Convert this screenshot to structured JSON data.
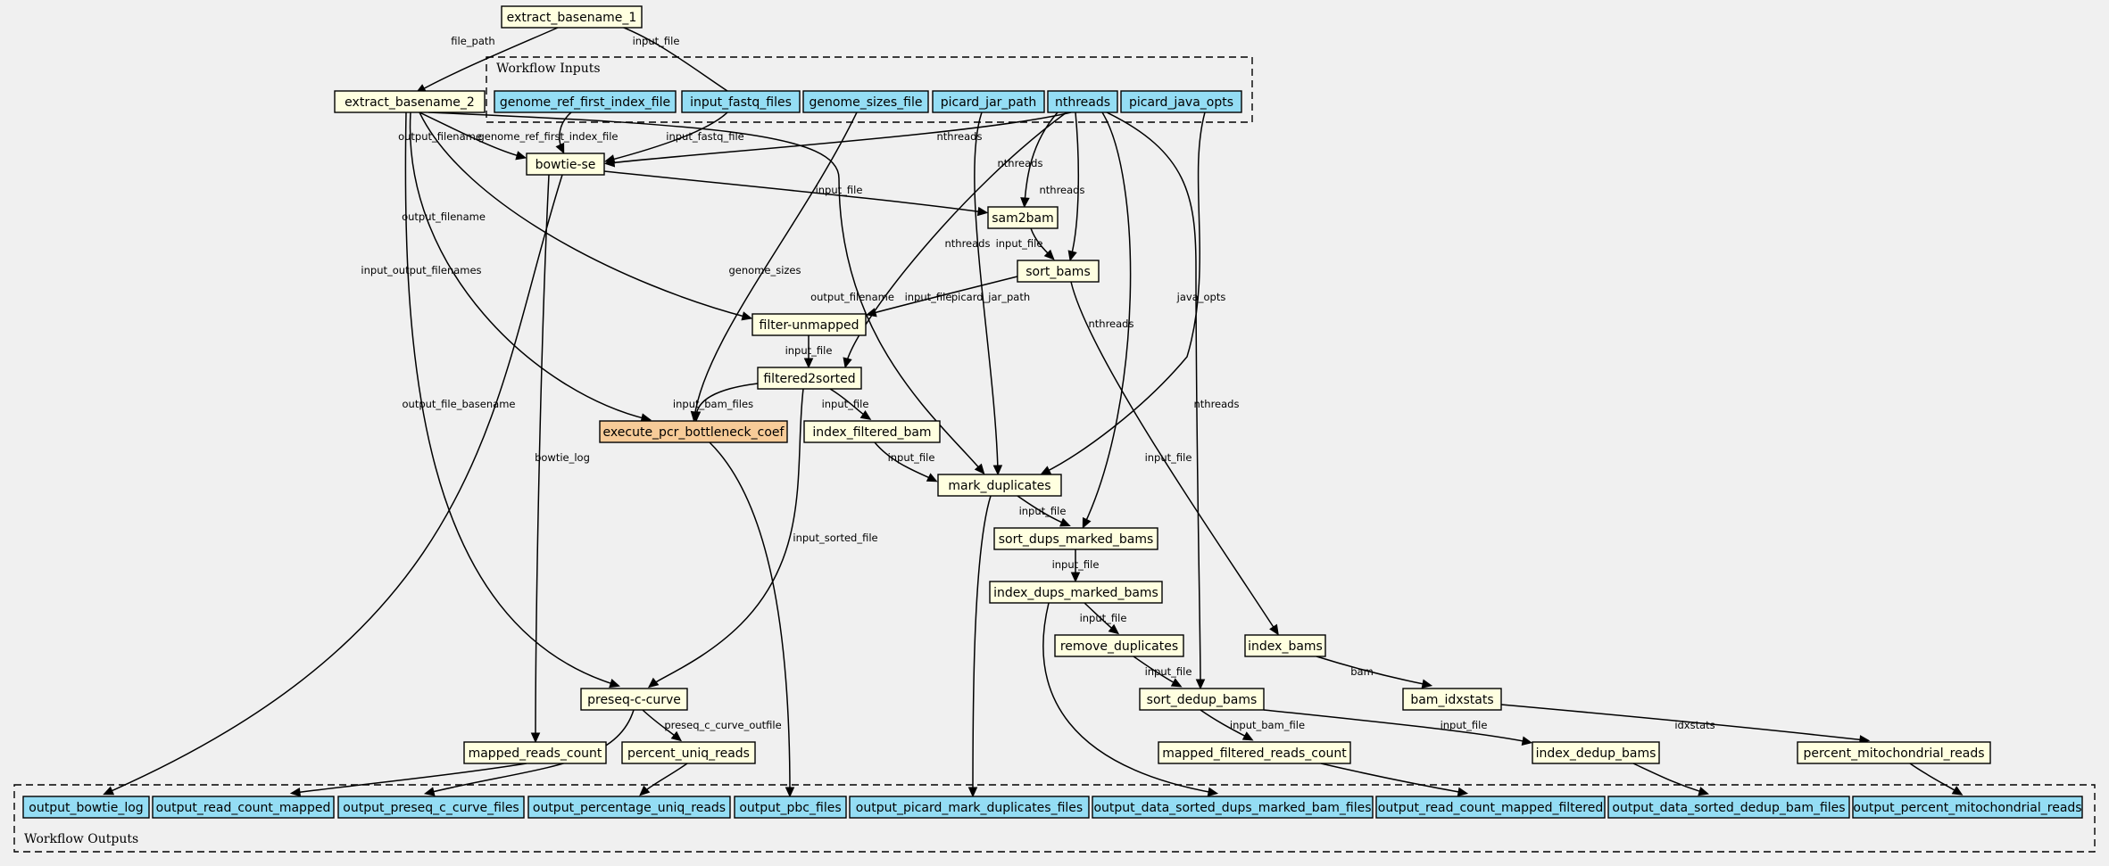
{
  "clusters": {
    "inputs": "Workflow Inputs",
    "outputs": "Workflow Outputs"
  },
  "nodes": [
    {
      "id": "extract_basename_1",
      "label": "extract_basename_1",
      "kind": "step"
    },
    {
      "id": "extract_basename_2",
      "label": "extract_basename_2",
      "kind": "step"
    },
    {
      "id": "genome_ref_first_index_file",
      "label": "genome_ref_first_index_file",
      "kind": "io"
    },
    {
      "id": "input_fastq_files",
      "label": "input_fastq_files",
      "kind": "io"
    },
    {
      "id": "genome_sizes_file",
      "label": "genome_sizes_file",
      "kind": "io"
    },
    {
      "id": "picard_jar_path",
      "label": "picard_jar_path",
      "kind": "io"
    },
    {
      "id": "nthreads",
      "label": "nthreads",
      "kind": "io"
    },
    {
      "id": "picard_java_opts",
      "label": "picard_java_opts",
      "kind": "io"
    },
    {
      "id": "bowtie_se",
      "label": "bowtie-se",
      "kind": "step"
    },
    {
      "id": "sam2bam",
      "label": "sam2bam",
      "kind": "step"
    },
    {
      "id": "sort_bams",
      "label": "sort_bams",
      "kind": "step"
    },
    {
      "id": "filter_unmapped",
      "label": "filter-unmapped",
      "kind": "step"
    },
    {
      "id": "filtered2sorted",
      "label": "filtered2sorted",
      "kind": "step"
    },
    {
      "id": "execute_pcr_bottleneck_coef",
      "label": "execute_pcr_bottleneck_coef",
      "kind": "special"
    },
    {
      "id": "index_filtered_bam",
      "label": "index_filtered_bam",
      "kind": "step"
    },
    {
      "id": "mark_duplicates",
      "label": "mark_duplicates",
      "kind": "step"
    },
    {
      "id": "sort_dups_marked_bams",
      "label": "sort_dups_marked_bams",
      "kind": "step"
    },
    {
      "id": "index_dups_marked_bams",
      "label": "index_dups_marked_bams",
      "kind": "step"
    },
    {
      "id": "remove_duplicates",
      "label": "remove_duplicates",
      "kind": "step"
    },
    {
      "id": "index_bams",
      "label": "index_bams",
      "kind": "step"
    },
    {
      "id": "sort_dedup_bams",
      "label": "sort_dedup_bams",
      "kind": "step"
    },
    {
      "id": "bam_idxstats",
      "label": "bam_idxstats",
      "kind": "step"
    },
    {
      "id": "preseq_c_curve",
      "label": "preseq-c-curve",
      "kind": "step"
    },
    {
      "id": "mapped_reads_count",
      "label": "mapped_reads_count",
      "kind": "step"
    },
    {
      "id": "percent_uniq_reads",
      "label": "percent_uniq_reads",
      "kind": "step"
    },
    {
      "id": "mapped_filtered_reads_count",
      "label": "mapped_filtered_reads_count",
      "kind": "step"
    },
    {
      "id": "index_dedup_bams",
      "label": "index_dedup_bams",
      "kind": "step"
    },
    {
      "id": "percent_mitochondrial_reads",
      "label": "percent_mitochondrial_reads",
      "kind": "step"
    },
    {
      "id": "output_bowtie_log",
      "label": "output_bowtie_log",
      "kind": "io"
    },
    {
      "id": "output_read_count_mapped",
      "label": "output_read_count_mapped",
      "kind": "io"
    },
    {
      "id": "output_preseq_c_curve_files",
      "label": "output_preseq_c_curve_files",
      "kind": "io"
    },
    {
      "id": "output_percentage_uniq_reads",
      "label": "output_percentage_uniq_reads",
      "kind": "io"
    },
    {
      "id": "output_pbc_files",
      "label": "output_pbc_files",
      "kind": "io"
    },
    {
      "id": "output_picard_mark_duplicates_files",
      "label": "output_picard_mark_duplicates_files",
      "kind": "io"
    },
    {
      "id": "output_data_sorted_dups_marked_bam_files",
      "label": "output_data_sorted_dups_marked_bam_files",
      "kind": "io"
    },
    {
      "id": "output_read_count_mapped_filtered",
      "label": "output_read_count_mapped_filtered",
      "kind": "io"
    },
    {
      "id": "output_data_sorted_dedup_bam_files",
      "label": "output_data_sorted_dedup_bam_files",
      "kind": "io"
    },
    {
      "id": "output_percent_mitochondrial_reads",
      "label": "output_percent_mitochondrial_reads",
      "kind": "io"
    }
  ],
  "edges": [
    {
      "from": "input_fastq_files",
      "to": "extract_basename_1",
      "label": "input_file"
    },
    {
      "from": "extract_basename_1",
      "to": "extract_basename_2",
      "label": "file_path"
    },
    {
      "from": "extract_basename_2",
      "to": "bowtie_se",
      "label": "output_filename"
    },
    {
      "from": "genome_ref_first_index_file",
      "to": "bowtie_se",
      "label": "genome_ref_first_index_file"
    },
    {
      "from": "input_fastq_files",
      "to": "bowtie_se",
      "label": "input_fastq_file"
    },
    {
      "from": "nthreads",
      "to": "bowtie_se",
      "label": "nthreads"
    },
    {
      "from": "bowtie_se",
      "to": "sam2bam",
      "label": "input_file"
    },
    {
      "from": "nthreads",
      "to": "sam2bam",
      "label": "nthreads"
    },
    {
      "from": "sam2bam",
      "to": "sort_bams",
      "label": "input_file"
    },
    {
      "from": "nthreads",
      "to": "sort_bams",
      "label": "nthreads"
    },
    {
      "from": "extract_basename_2",
      "to": "filter_unmapped",
      "label": "output_filename"
    },
    {
      "from": "sort_bams",
      "to": "filter_unmapped",
      "label": "input_file"
    },
    {
      "from": "filter_unmapped",
      "to": "filtered2sorted",
      "label": "input_file"
    },
    {
      "from": "nthreads",
      "to": "filtered2sorted",
      "label": "nthreads"
    },
    {
      "from": "extract_basename_2",
      "to": "execute_pcr_bottleneck_coef",
      "label": "input_output_filenames"
    },
    {
      "from": "genome_sizes_file",
      "to": "execute_pcr_bottleneck_coef",
      "label": "genome_sizes"
    },
    {
      "from": "filtered2sorted",
      "to": "execute_pcr_bottleneck_coef",
      "label": "input_bam_files"
    },
    {
      "from": "filtered2sorted",
      "to": "index_filtered_bam",
      "label": "input_file"
    },
    {
      "from": "extract_basename_2",
      "to": "mark_duplicates",
      "label": "output_filename"
    },
    {
      "from": "picard_jar_path",
      "to": "mark_duplicates",
      "label": "picard_jar_path"
    },
    {
      "from": "picard_java_opts",
      "to": "mark_duplicates",
      "label": "java_opts"
    },
    {
      "from": "index_filtered_bam",
      "to": "mark_duplicates",
      "label": "input_file"
    },
    {
      "from": "mark_duplicates",
      "to": "sort_dups_marked_bams",
      "label": "input_file"
    },
    {
      "from": "nthreads",
      "to": "sort_dups_marked_bams",
      "label": "nthreads"
    },
    {
      "from": "sort_dups_marked_bams",
      "to": "index_dups_marked_bams",
      "label": "input_file"
    },
    {
      "from": "index_dups_marked_bams",
      "to": "remove_duplicates",
      "label": "input_file"
    },
    {
      "from": "sort_bams",
      "to": "index_bams",
      "label": "input_file"
    },
    {
      "from": "remove_duplicates",
      "to": "sort_dedup_bams",
      "label": "input_file"
    },
    {
      "from": "nthreads",
      "to": "sort_dedup_bams",
      "label": "nthreads"
    },
    {
      "from": "index_bams",
      "to": "bam_idxstats",
      "label": "bam"
    },
    {
      "from": "extract_basename_2",
      "to": "preseq_c_curve",
      "label": "output_file_basename"
    },
    {
      "from": "filtered2sorted",
      "to": "preseq_c_curve",
      "label": "input_sorted_file"
    },
    {
      "from": "bowtie_se",
      "to": "mapped_reads_count",
      "label": "bowtie_log"
    },
    {
      "from": "preseq_c_curve",
      "to": "percent_uniq_reads",
      "label": "preseq_c_curve_outfile"
    },
    {
      "from": "sort_dedup_bams",
      "to": "mapped_filtered_reads_count",
      "label": "input_bam_file"
    },
    {
      "from": "sort_dedup_bams",
      "to": "index_dedup_bams",
      "label": "input_file"
    },
    {
      "from": "bam_idxstats",
      "to": "percent_mitochondrial_reads",
      "label": "idxstats"
    },
    {
      "from": "bowtie_se",
      "to": "output_bowtie_log",
      "label": ""
    },
    {
      "from": "mapped_reads_count",
      "to": "output_read_count_mapped",
      "label": ""
    },
    {
      "from": "preseq_c_curve",
      "to": "output_preseq_c_curve_files",
      "label": ""
    },
    {
      "from": "percent_uniq_reads",
      "to": "output_percentage_uniq_reads",
      "label": ""
    },
    {
      "from": "execute_pcr_bottleneck_coef",
      "to": "output_pbc_files",
      "label": ""
    },
    {
      "from": "mark_duplicates",
      "to": "output_picard_mark_duplicates_files",
      "label": ""
    },
    {
      "from": "index_dups_marked_bams",
      "to": "output_data_sorted_dups_marked_bam_files",
      "label": ""
    },
    {
      "from": "mapped_filtered_reads_count",
      "to": "output_read_count_mapped_filtered",
      "label": ""
    },
    {
      "from": "index_dedup_bams",
      "to": "output_data_sorted_dedup_bam_files",
      "label": ""
    },
    {
      "from": "percent_mitochondrial_reads",
      "to": "output_percent_mitochondrial_reads",
      "label": ""
    }
  ]
}
